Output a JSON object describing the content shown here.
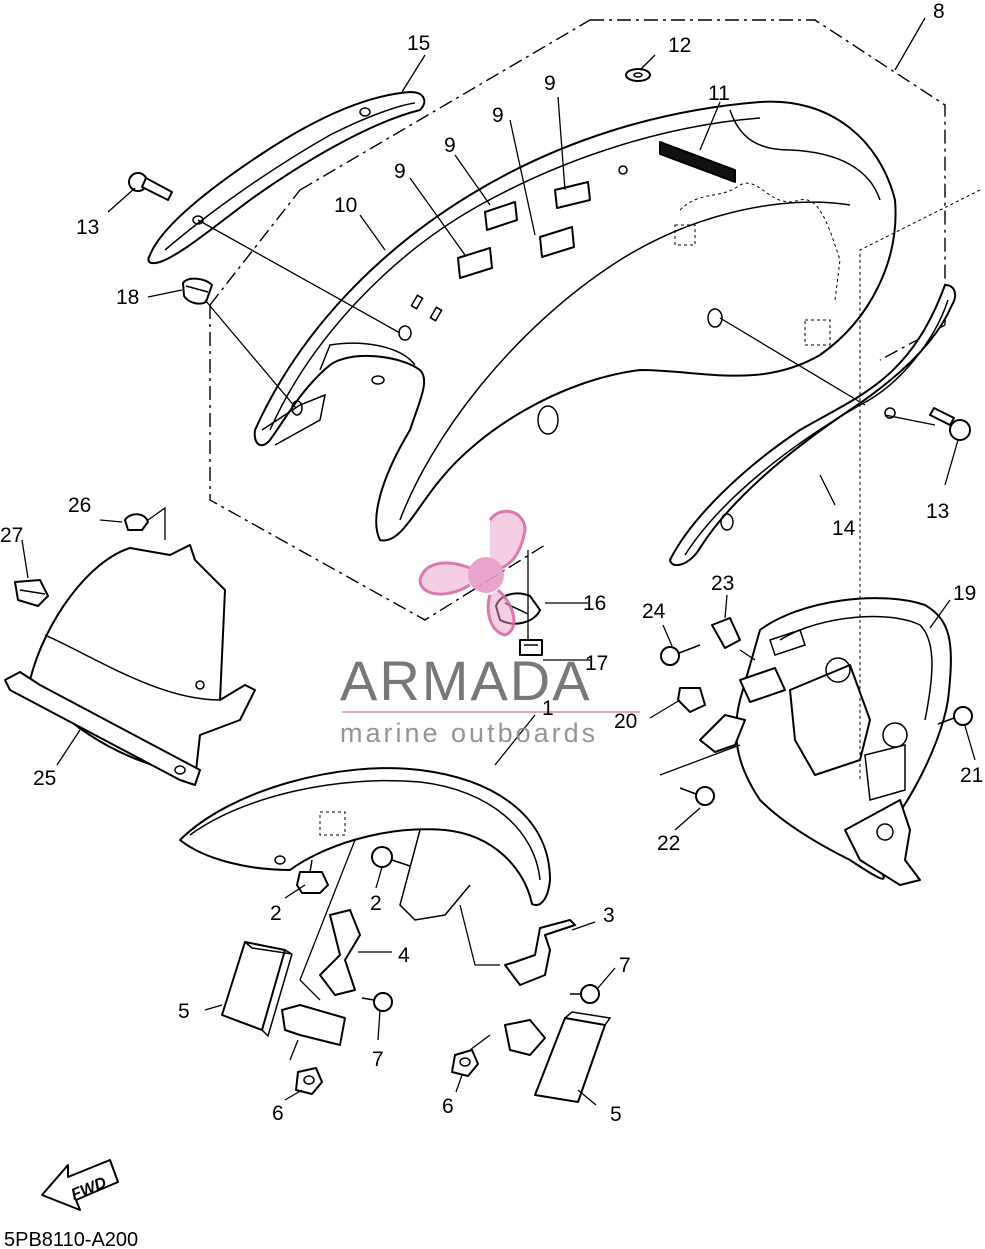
{
  "diagram_code": "5PB8110-A200",
  "direction_arrow": {
    "label": "FWD",
    "icon": "forward-arrow-icon"
  },
  "watermark": {
    "brand": "ARMADA",
    "tagline": "marine outboards",
    "logo_icon": "propeller-logo-icon",
    "logo_color": "#e79bc6"
  },
  "parts": [
    {
      "key": "p1",
      "label": "1"
    },
    {
      "key": "p2a",
      "label": "2"
    },
    {
      "key": "p2b",
      "label": "2"
    },
    {
      "key": "p3",
      "label": "3"
    },
    {
      "key": "p4",
      "label": "4"
    },
    {
      "key": "p5a",
      "label": "5"
    },
    {
      "key": "p5b",
      "label": "5"
    },
    {
      "key": "p6a",
      "label": "6"
    },
    {
      "key": "p6b",
      "label": "6"
    },
    {
      "key": "p7a",
      "label": "7"
    },
    {
      "key": "p7b",
      "label": "7"
    },
    {
      "key": "p8",
      "label": "8"
    },
    {
      "key": "p9a",
      "label": "9"
    },
    {
      "key": "p9b",
      "label": "9"
    },
    {
      "key": "p9c",
      "label": "9"
    },
    {
      "key": "p9d",
      "label": "9"
    },
    {
      "key": "p10",
      "label": "10"
    },
    {
      "key": "p11",
      "label": "11"
    },
    {
      "key": "p12",
      "label": "12"
    },
    {
      "key": "p13a",
      "label": "13"
    },
    {
      "key": "p13b",
      "label": "13"
    },
    {
      "key": "p14",
      "label": "14"
    },
    {
      "key": "p15",
      "label": "15"
    },
    {
      "key": "p16",
      "label": "16"
    },
    {
      "key": "p17",
      "label": "17"
    },
    {
      "key": "p18",
      "label": "18"
    },
    {
      "key": "p19",
      "label": "19"
    },
    {
      "key": "p20",
      "label": "20"
    },
    {
      "key": "p21",
      "label": "21"
    },
    {
      "key": "p22",
      "label": "22"
    },
    {
      "key": "p23",
      "label": "23"
    },
    {
      "key": "p24",
      "label": "24"
    },
    {
      "key": "p25",
      "label": "25"
    },
    {
      "key": "p26",
      "label": "26"
    },
    {
      "key": "p27",
      "label": "27"
    }
  ]
}
